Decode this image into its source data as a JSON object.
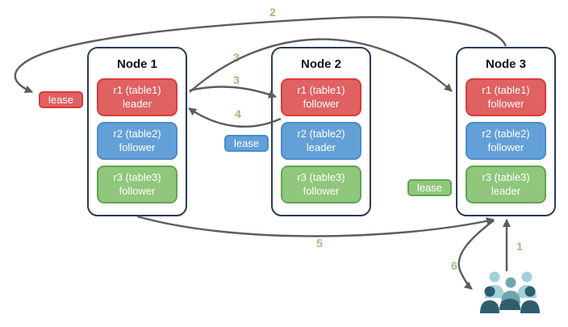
{
  "colors": {
    "red-fill": "#e06161",
    "red-border": "#d93b3b",
    "blue-fill": "#64a0d8",
    "blue-border": "#4c8bc9",
    "green-fill": "#90c77c",
    "green-border": "#61a452",
    "node-border": "#2b3a55",
    "arrow": "#5d5d5d",
    "label-green": "#93c47d",
    "user-light": "#9fd3d8",
    "user-medium": "#6da7ad",
    "user-dark": "#2e5d6e"
  },
  "nodes": [
    {
      "title": "Node 1",
      "replicas": [
        {
          "name": "r1 (table1)",
          "role": "leader",
          "color": "red"
        },
        {
          "name": "r2 (table2)",
          "role": "follower",
          "color": "blue"
        },
        {
          "name": "r3 (table3)",
          "role": "follower",
          "color": "green"
        }
      ]
    },
    {
      "title": "Node 2",
      "replicas": [
        {
          "name": "r1 (table1)",
          "role": "follower",
          "color": "red"
        },
        {
          "name": "r2 (table2)",
          "role": "leader",
          "color": "blue"
        },
        {
          "name": "r3 (table3)",
          "role": "follower",
          "color": "green"
        }
      ]
    },
    {
      "title": "Node 3",
      "replicas": [
        {
          "name": "r1 (table1)",
          "role": "follower",
          "color": "red"
        },
        {
          "name": "r2 (table2)",
          "role": "follower",
          "color": "blue"
        },
        {
          "name": "r3 (table3)",
          "role": "leader",
          "color": "green"
        }
      ]
    }
  ],
  "leases": [
    {
      "label": "lease",
      "color": "red"
    },
    {
      "label": "lease",
      "color": "blue"
    },
    {
      "label": "lease",
      "color": "green"
    }
  ],
  "step_labels": {
    "s1": "1",
    "s2": "2",
    "s3a": "3",
    "s3b": "3",
    "s4": "4",
    "s5": "5",
    "s6": "6"
  },
  "icons": {
    "users": "users-group-icon"
  }
}
